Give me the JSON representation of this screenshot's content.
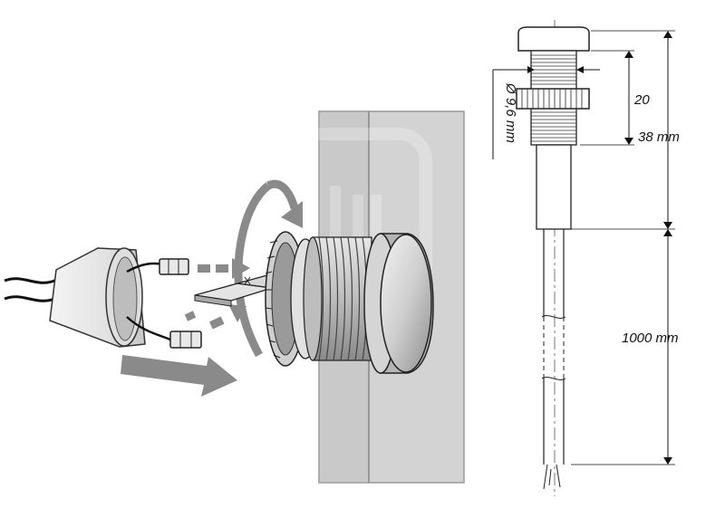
{
  "diagram": {
    "dimensions": {
      "thread_length": "20",
      "body_length": "38 mm",
      "cable_length": "1000 mm",
      "diameter": "Ø 9,6 mm"
    },
    "colors": {
      "panel": "#d3d3d3",
      "panel_edge": "#9a9a9a",
      "metal": "#c8c8c8",
      "metal_dark": "#8c8c8c",
      "arrow": "#8a8a8a",
      "line": "#222222"
    },
    "icons": [
      "assembly-arrow-icon",
      "rotation-arrow-icon"
    ]
  }
}
